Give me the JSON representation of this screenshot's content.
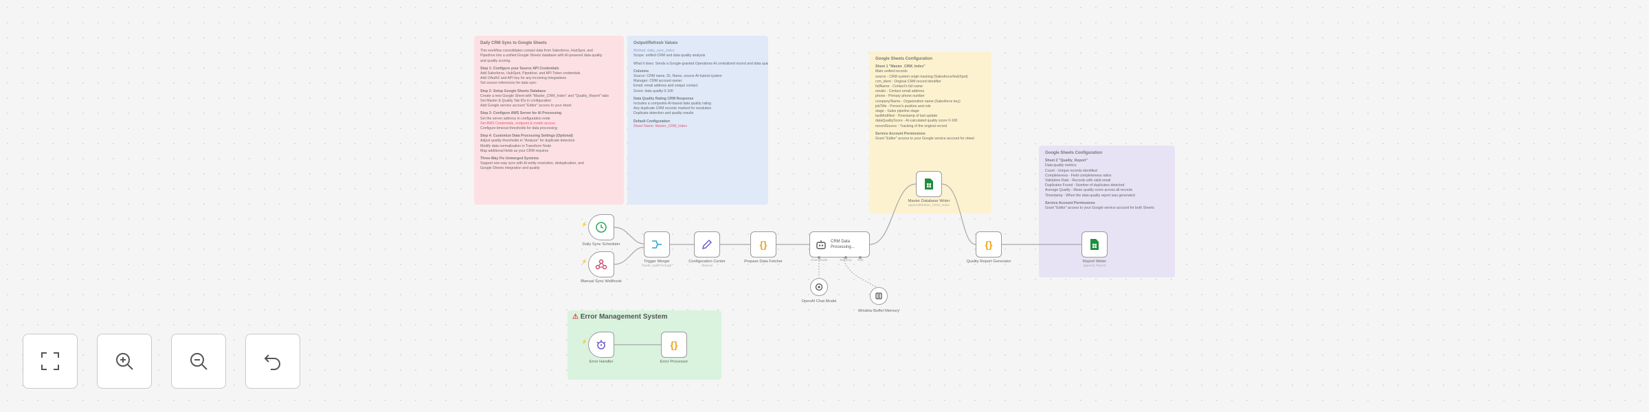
{
  "notes": {
    "overview": {
      "title": "Daily CRM Sync to Google Sheets",
      "lines": [
        "This workflow consolidates contact data from Salesforce, HubSpot, and",
        "Pipedrive into a unified Google Sheets database with AI-powered data quality",
        "and quality scoring."
      ],
      "sections": [
        {
          "title": "Step 1: Configure your Source API Credentials",
          "items": [
            "Add Salesforce, HubSpot, Pipedrive, and API Token credentials",
            "Add OAuth2 and API key for any incoming integrations",
            "Set source references for data sync"
          ]
        },
        {
          "title": "Step 2: Setup Google Sheets Database",
          "items": [
            "Create a new Google Sheet with \"Master_CRM_Index\" and \"Quality_Report\" tabs",
            "Set Master & Quality Tab IDs in configuration",
            "Add Google service account \"Editor\" access to your sheet"
          ]
        },
        {
          "title": "Step 3: Configure AWS Server for AI Processing",
          "items": [
            "Set the server address in configuration node",
            "Set AWS Credentials, endpoint & model access",
            "Configure timeout thresholds for data processing"
          ]
        },
        {
          "title": "Step 4: Customize Data Processing Settings (Optional)",
          "items": [
            "Adjust quality thresholds in \"Analyze\" for duplicate detection",
            "Modify data normalization in Transform Node",
            "Map additional fields as your CRM requires"
          ]
        },
        {
          "title": "Three-Way Fix Unmerged Systems",
          "items": [
            "Support one-way sync with AI entity resolution, deduplication, and",
            "Google Sheets integration and quality"
          ]
        }
      ]
    },
    "output": {
      "title": "Output/Refresh Values",
      "lines": [
        "Method: daily_sync_index",
        "Scope: unified CRM and data quality analysis"
      ],
      "para": "What it does: Sends a Google-granted Operations AI centralized record and data quality",
      "sections": [
        {
          "title": "Columns",
          "items": [
            "Source: CRM name, ID, Name, source AI-hybrid system",
            "Manager: CRM account owner",
            "Email: email address and unique contact",
            "Score: data quality 0-100"
          ]
        },
        {
          "title": "Data Quality Rating CRM Response",
          "items": [
            "Includes a composite AI-based data quality rating",
            "Any duplicate CRM records marked for resolution",
            "Duplicate detection and quality results"
          ]
        },
        {
          "title": "Default Configuration",
          "items": [
            "Sheet Name: Master_CRM_Index"
          ]
        }
      ]
    },
    "master": {
      "title": "Google Sheets Configuration",
      "sheet": "Sheet 1 \"Master_CRM_Index\"",
      "sub": "Main unified records",
      "items": [
        "source - CRM system origin tracking (Salesforce/HubSpot)",
        "crm_ident - Original CRM record identifier",
        "fullName - Contact's full name",
        "emails - Contact email address",
        "phone - Primary phone number",
        "company/Name - Organization name (Salesforce key)",
        "jobTitle - Person's position and role",
        "stage - Sales pipeline stage",
        "lastModified - Timestamp of last update",
        "dataQualityScore - AI-calculated quality score 0-100",
        "recordSource - Tracking of the original record"
      ],
      "footer": "Service Account Permissions",
      "footer2": "Grant \"Editor\" access to your Google service account for sheet"
    },
    "quality": {
      "title": "Google Sheets Configuration",
      "sheet": "Sheet 2 \"Quality_Report\"",
      "sub": "Data quality metrics",
      "items": [
        "Count - Unique records identified",
        "Completeness - Field completeness ratios",
        "Validation Rate - Records with valid email",
        "Duplicates Found - Number of duplicates detected",
        "Average Quality - Mean quality score across all records",
        "Timestamp - When the data quality report was generated"
      ],
      "footer": "Service Account Permissions",
      "footer2": "Grant \"Editor\" access to your Google service account for both Sheets"
    }
  },
  "nodes": {
    "daily_trigger": {
      "label": "Daily Sync Scheduler"
    },
    "webhook": {
      "label": "Manual Sync Webhook"
    },
    "merger": {
      "label": "Trigger Merger",
      "sub": "mode: passThrough"
    },
    "config": {
      "label": "Configuration Center",
      "sub": "manual"
    },
    "prepare": {
      "label": "Prepare Data Fetcher"
    },
    "ai_agent": {
      "label": "CRM Data",
      "label2": "Processing...",
      "sub1": "Chat Model",
      "sub2": "Memory",
      "sub3": "Tool"
    },
    "chat_model": {
      "label": "OpenAI Chat Model"
    },
    "memory": {
      "label": "Window Buffer Memory"
    },
    "master_sheet": {
      "label": "Master Database Writer",
      "sub": "append/Master_CRM_Index"
    },
    "quality_gen": {
      "label": "Quality Report Generator"
    },
    "report_sheet": {
      "label": "Report Writer",
      "sub": "append: Report"
    },
    "error_trigger": {
      "label": "Error Handler"
    },
    "error_processor": {
      "label": "Error Processor"
    }
  },
  "error_group": {
    "title": "Error Management System",
    "icon": "error-icon"
  },
  "controls": [
    {
      "name": "fit-view-button",
      "icon": "fullscreen-icon"
    },
    {
      "name": "zoom-in-button",
      "icon": "zoom-in-icon"
    },
    {
      "name": "zoom-out-button",
      "icon": "zoom-out-icon"
    },
    {
      "name": "reset-zoom-button",
      "icon": "undo-icon"
    }
  ],
  "colors": {
    "sticky_red": "#fde0e3",
    "sticky_blue": "#dfe9f8",
    "sticky_yellow": "#fdf2cf",
    "sticky_purple": "#e7e2f4",
    "sticky_green": "#d9f3de",
    "sheets_green": "#1e8e3e",
    "code_orange": "#f0a31a",
    "trigger_red": "#ff6d6d"
  }
}
